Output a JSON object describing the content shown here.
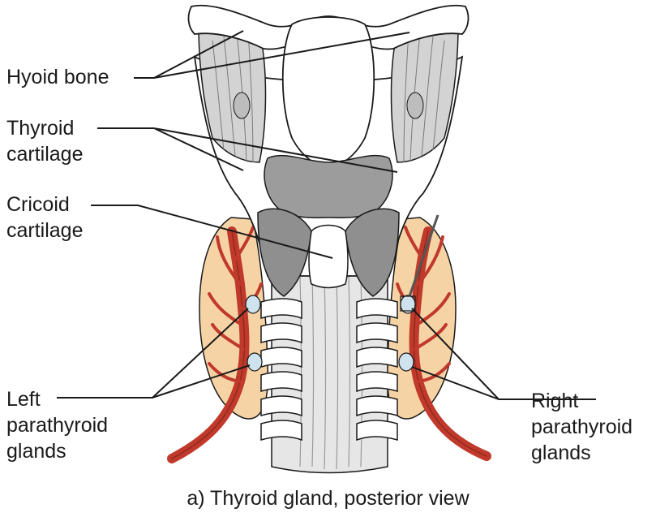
{
  "labels": {
    "hyoid": "Hyoid bone",
    "thyroid": [
      "Thyroid",
      "cartilage"
    ],
    "cricoid": [
      "Cricoid",
      "cartilage"
    ],
    "left_para": [
      "Left",
      "parathyroid",
      "glands"
    ],
    "right_para": [
      "Right",
      "parathyroid",
      "glands"
    ]
  },
  "caption": "a) Thyroid gland, posterior view",
  "colors": {
    "thyroid_tissue": "#f6d3a5",
    "artery": "#c0392b",
    "cartilage": "#8f8f8f",
    "parathyroid": "#cfe3ef",
    "outline": "#1a1a1a"
  }
}
